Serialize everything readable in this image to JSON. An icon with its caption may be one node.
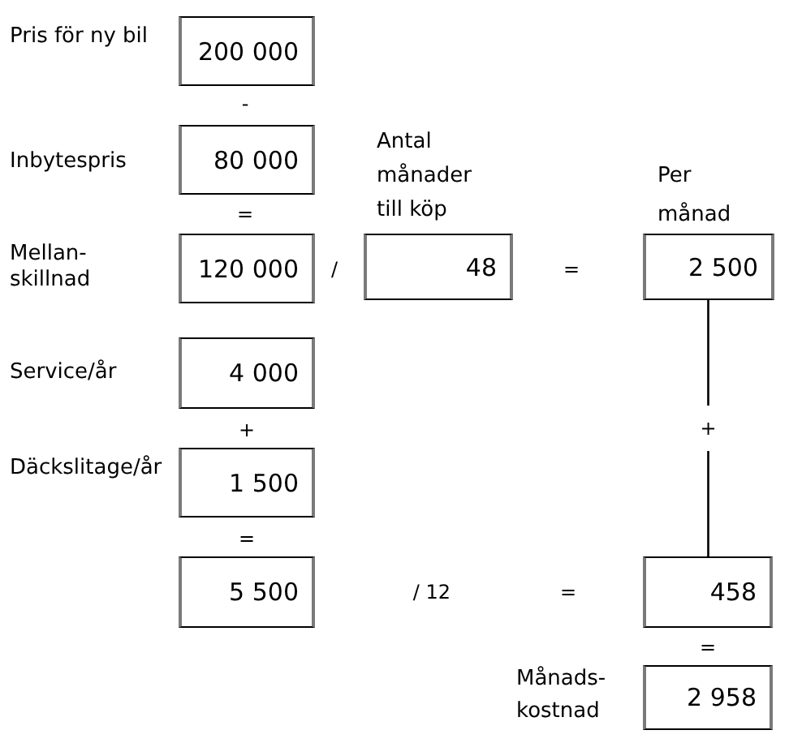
{
  "diagram": {
    "nodes": [
      {
        "text": [
          "200 000"
        ],
        "beside": [
          "Pris för ny bil"
        ]
      },
      {
        "text": [
          "80 000"
        ],
        "beside": [
          "Inbytespris"
        ]
      },
      {
        "text": [
          "120 000"
        ]
      },
      {
        "text": [
          "48"
        ],
        "beside": [
          "Antal månader till köp"
        ]
      },
      {
        "text": [
          "2 500"
        ],
        "beside": [
          "Per månad"
        ]
      },
      {
        "text": [
          "4 000"
        ],
        "beside": [
          "Service/år"
        ]
      },
      {
        "text": [
          "1 500"
        ],
        "beside": [
          "Däckslitage/år"
        ]
      },
      {
        "text": [
          "5 500"
        ]
      },
      {
        "text": [
          "458"
        ]
      },
      {
        "text": [
          "2 958"
        ],
        "beside": [
          "Månads- kostnad"
        ]
      }
    ],
    "edges": [
      {
        "from": 4,
        "to": 8,
        "arrow": "none",
        "label": "+"
      }
    ],
    "labels": [
      "-",
      "=",
      "Mellan- skillnad",
      "/",
      "=",
      "+",
      "=",
      "/ 12",
      "=",
      "="
    ]
  }
}
